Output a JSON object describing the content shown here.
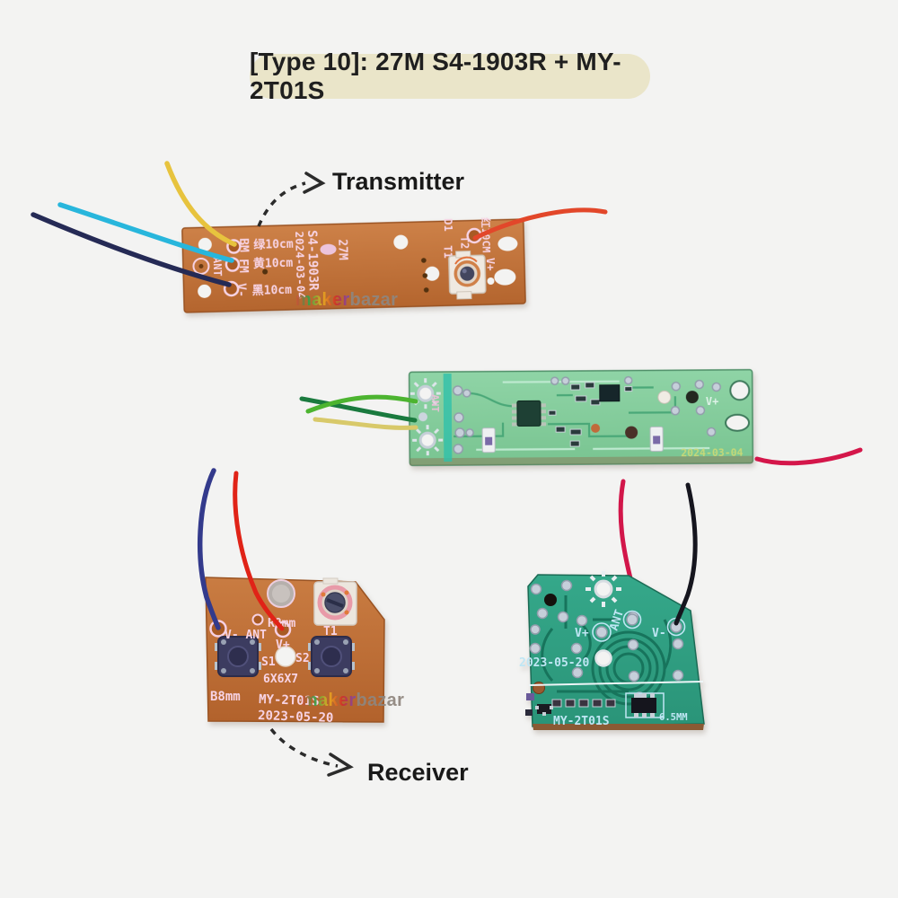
{
  "title": "[Type 10]: 27M S4-1903R + MY-2T01S",
  "annotations": {
    "transmitter": "Transmitter",
    "receiver": "Receiver"
  },
  "watermark": {
    "maker": "maker",
    "bazar": "bazar"
  },
  "tx": {
    "model": "S4-1903R",
    "date": "2024-03-04",
    "freq": "27M",
    "ant": "ANT",
    "bm": "BM",
    "fm": "FM",
    "vminus": "V-",
    "green_wire": "绿10cm",
    "yellow_wire": "黄10cm",
    "black_wire": "黑10cm",
    "red_wire": "红10CM",
    "vplus": "V+",
    "d1": "D1",
    "t2": "T2",
    "t1": "T1"
  },
  "rf": {
    "ant": "ANT",
    "vplus": "V+",
    "date": "2024-03-04"
  },
  "rx_front": {
    "model": "MY-2T01S",
    "date": "2023-05-20",
    "r8mm": "R8mm",
    "vminus_ant": "V- ANT",
    "vplus": "V+",
    "t1": "T1",
    "s1": "S1",
    "s2": "S2",
    "switch_size": "6X6X7",
    "b8mm": "B8mm"
  },
  "rx_back": {
    "model": "MY-2T01S",
    "date": "2023-05-20",
    "ant": "ANT",
    "vplus": "V+",
    "vminus": "V-",
    "thickness": "6.5MM"
  },
  "colors": {
    "background": "#f3f3f2",
    "badge": "#eae5c9",
    "pcb_orange": "#c4733c",
    "pcb_green": "#85cf9f",
    "pcb_teal": "#2fa184",
    "silkscreen_pink": "#f7d3e4",
    "silkscreen_blue": "#bfe6f4"
  }
}
